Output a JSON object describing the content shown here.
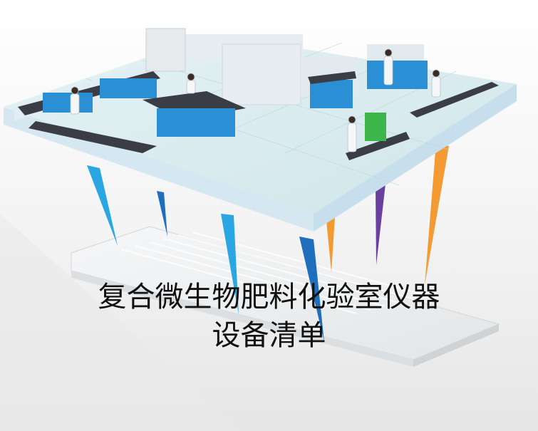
{
  "title": {
    "line1": "复合微生物肥料化验室仪器",
    "line2": "设备清单"
  },
  "illustration": {
    "description": "3D isometric laboratory floor plan floating above a translucent base plate, with colored spikes below",
    "spike_colors": [
      "#2aa7e3",
      "#1f6fbd",
      "#f39a33",
      "#6b3fa0"
    ],
    "floor_color": "#d8ebef",
    "wall_color": "#dceef8",
    "cabinet_color": "#2b8fd6",
    "bench_top_color": "#3a3d45"
  }
}
